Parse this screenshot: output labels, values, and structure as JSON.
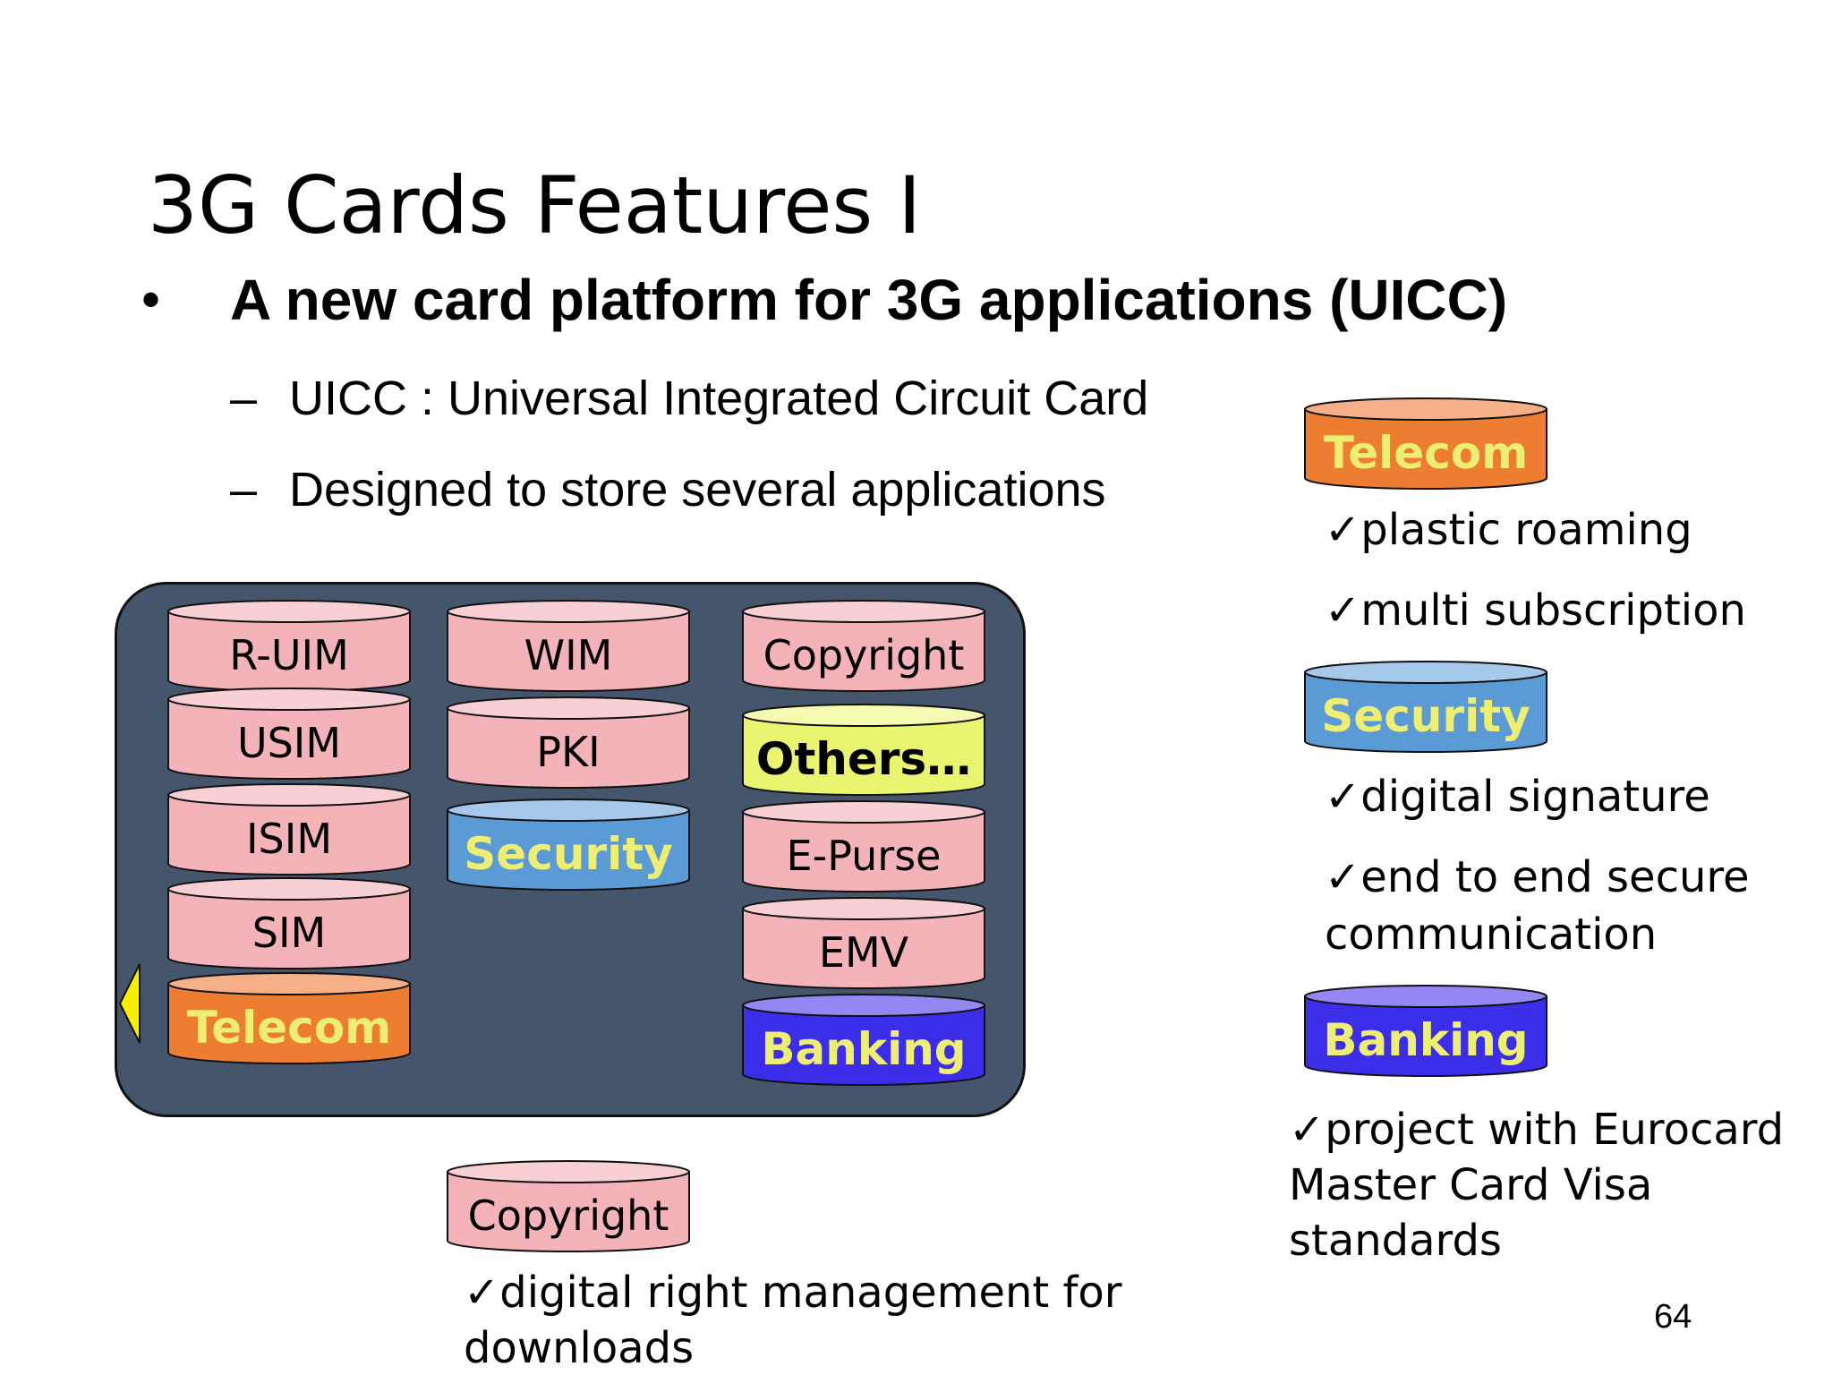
{
  "slide": {
    "title": "3G Cards Features I",
    "bullet": "A new card platform for 3G applications (UICC)",
    "sub_bullets": [
      "UICC : Universal Integrated Circuit Card",
      "Designed to store several applications"
    ],
    "dash": "–",
    "page_number": "64"
  },
  "card": {
    "columns": [
      [
        {
          "label": "R-UIM",
          "color": "pink"
        },
        {
          "label": "USIM",
          "color": "pink"
        },
        {
          "label": "ISIM",
          "color": "pink"
        },
        {
          "label": "SIM",
          "color": "pink"
        },
        {
          "label": "Telecom",
          "color": "orange"
        }
      ],
      [
        {
          "label": "WIM",
          "color": "pink"
        },
        {
          "label": "PKI",
          "color": "pink"
        },
        {
          "label": "Security",
          "color": "blue"
        }
      ],
      [
        {
          "label": "Copyright",
          "color": "pink"
        },
        {
          "label": "Others…",
          "color": "yellow"
        },
        {
          "label": "E-Purse",
          "color": "pink"
        },
        {
          "label": "EMV",
          "color": "pink"
        },
        {
          "label": "Banking",
          "color": "purple"
        }
      ]
    ]
  },
  "legend": {
    "telecom": {
      "label": "Telecom",
      "items": [
        "✓plastic roaming",
        "✓multi subscription"
      ]
    },
    "security": {
      "label": "Security",
      "items": [
        "✓digital signature",
        "✓end to end secure",
        "communication"
      ]
    },
    "banking": {
      "label": "Banking",
      "items": [
        "✓project with Eurocard",
        "Master Card Visa",
        "standards"
      ]
    },
    "copyright": {
      "label": "Copyright",
      "items": [
        "✓digital right management for",
        "downloads"
      ]
    }
  },
  "colors": {
    "pink": "#f3b3b8",
    "orange": "#ed7d31",
    "blue": "#5b9bd5",
    "yellow": "#eaf56f",
    "purple": "#3c2ee8",
    "card_bg": "#45556b",
    "highlight_text": "#eeef72"
  }
}
